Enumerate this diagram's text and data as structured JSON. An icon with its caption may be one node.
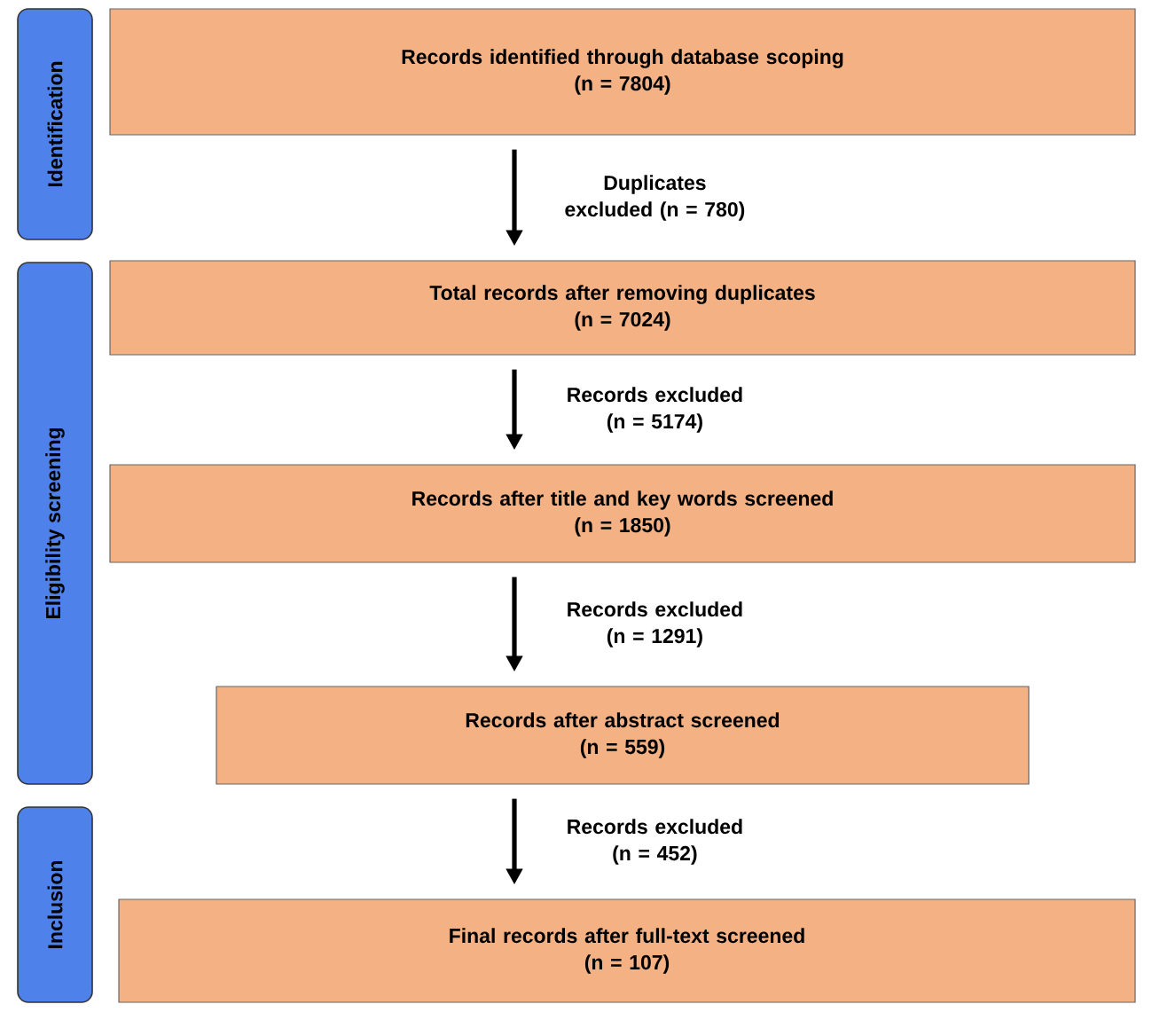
{
  "diagram": {
    "nodes": [
      {
        "text": [
          "Identification"
        ]
      },
      {
        "text": [
          "Eligibility screening"
        ]
      },
      {
        "text": [
          "Inclusion"
        ]
      },
      {
        "text": [
          "Records identified through database scoping",
          "(n = 7804)"
        ]
      },
      {
        "text": [
          "Total records after removing duplicates",
          "(n = 7024)"
        ]
      },
      {
        "text": [
          "Records after title and key words screened",
          "(n = 1850)"
        ]
      },
      {
        "text": [
          "Records after abstract screened",
          "(n = 559)"
        ]
      },
      {
        "text": [
          "Final records after full-text screened",
          "(n = 107)"
        ]
      }
    ],
    "edges": [
      {
        "from": 3,
        "to": 4,
        "arrow": "to",
        "label": "Duplicates excluded (n = 780)"
      },
      {
        "from": 4,
        "to": 5,
        "arrow": "to",
        "label": "Records excluded (n = 5174)"
      },
      {
        "from": 5,
        "to": 6,
        "arrow": "to",
        "label": "Records excluded (n = 1291)"
      },
      {
        "from": 6,
        "to": 7,
        "arrow": "to",
        "label": "Records excluded (n = 452)"
      }
    ]
  }
}
